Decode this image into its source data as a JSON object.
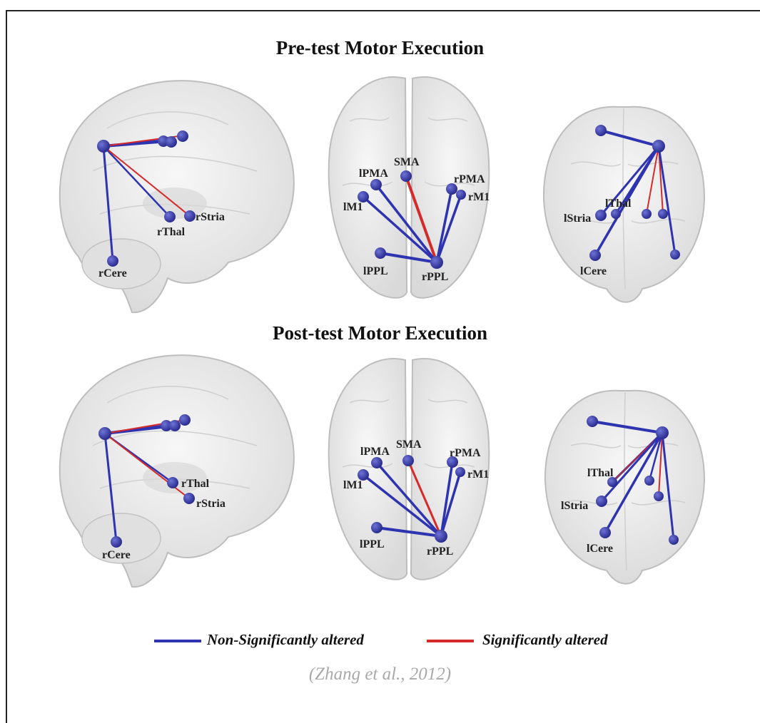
{
  "titles": {
    "pre": "Pre-test Motor Execution",
    "post": "Post-test Motor Execution"
  },
  "labels": {
    "sagittal_pre": [
      "rThal",
      "rStria",
      "rCere"
    ],
    "axial_pre": [
      "SMA",
      "lPMA",
      "lM1",
      "rPMA",
      "rM1",
      "lPPL",
      "rPPL"
    ],
    "coronal_pre": [
      "lThal",
      "lStria",
      "lCere"
    ],
    "sagittal_post": [
      "rThal",
      "rStria",
      "rCere"
    ],
    "axial_post": [
      "SMA",
      "lPMA",
      "lM1",
      "rPMA",
      "rM1",
      "lPPL",
      "rPPL"
    ],
    "coronal_post": [
      "lThal",
      "lStria",
      "lCere"
    ]
  },
  "legend": {
    "non_sig": "Non-Significantly altered",
    "sig": "Significantly altered"
  },
  "citation": "(Zhang et al., 2012)",
  "colors": {
    "node": "#3b3fa8",
    "non_sig_edge": "#2e33b0",
    "sig_edge": "#d62a2a",
    "brain_fill": "#e9e9e9",
    "brain_stroke": "#bdbdbd"
  }
}
